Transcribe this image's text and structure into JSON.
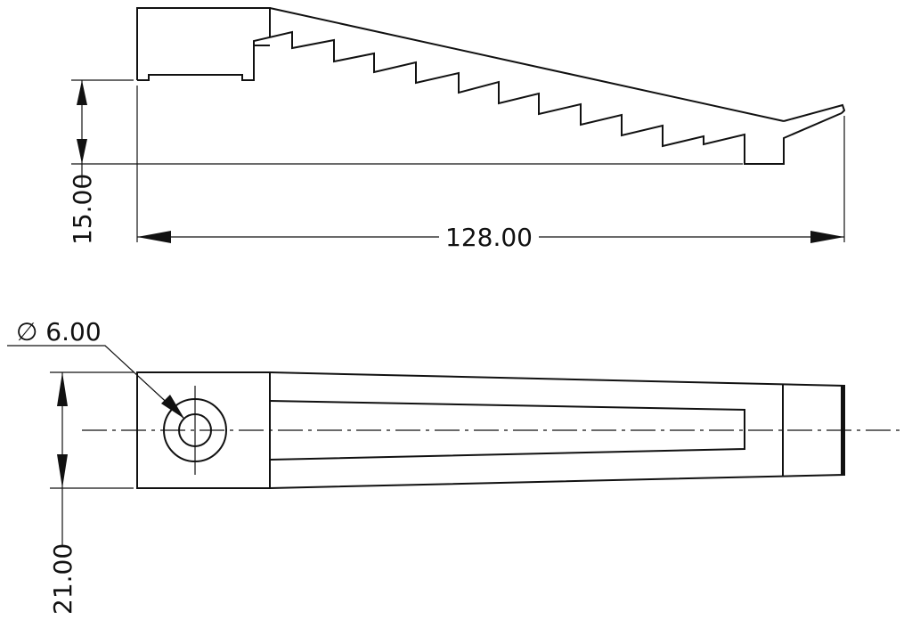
{
  "drawing": {
    "side_view": {
      "height_dimension": "15.00",
      "length_dimension": "128.00"
    },
    "top_view": {
      "hole_diameter_dimension": "∅ 6.00",
      "width_dimension": "21.00"
    }
  }
}
